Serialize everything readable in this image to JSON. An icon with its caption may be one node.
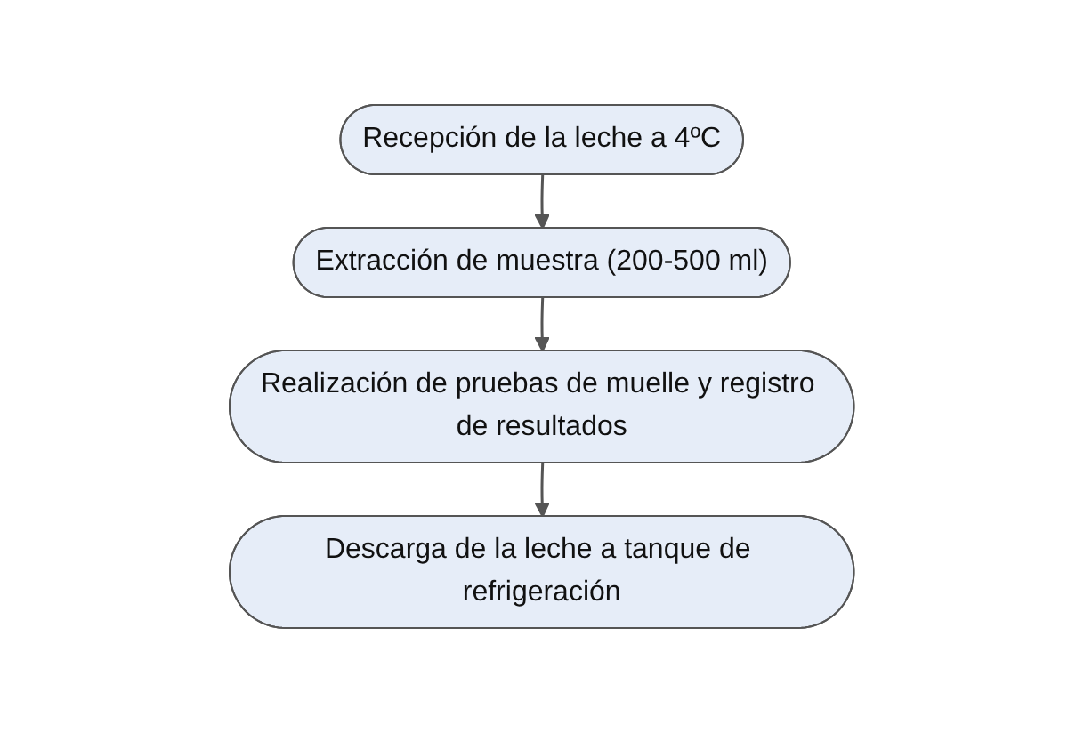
{
  "diagram": {
    "nodes": [
      {
        "text": [
          "Recepción de la leche a 4ºC"
        ]
      },
      {
        "text": [
          "Extracción de muestra (200-500 ml)"
        ]
      },
      {
        "text": [
          "Realización de pruebas de muelle y registro de resultados"
        ]
      },
      {
        "text": [
          "Descarga de la leche a tanque de refrigeración"
        ]
      }
    ],
    "edges": [
      {
        "from": 0,
        "to": 1,
        "arrow": "to"
      },
      {
        "from": 1,
        "to": 2,
        "arrow": "to"
      },
      {
        "from": 2,
        "to": 3,
        "arrow": "to"
      }
    ]
  }
}
